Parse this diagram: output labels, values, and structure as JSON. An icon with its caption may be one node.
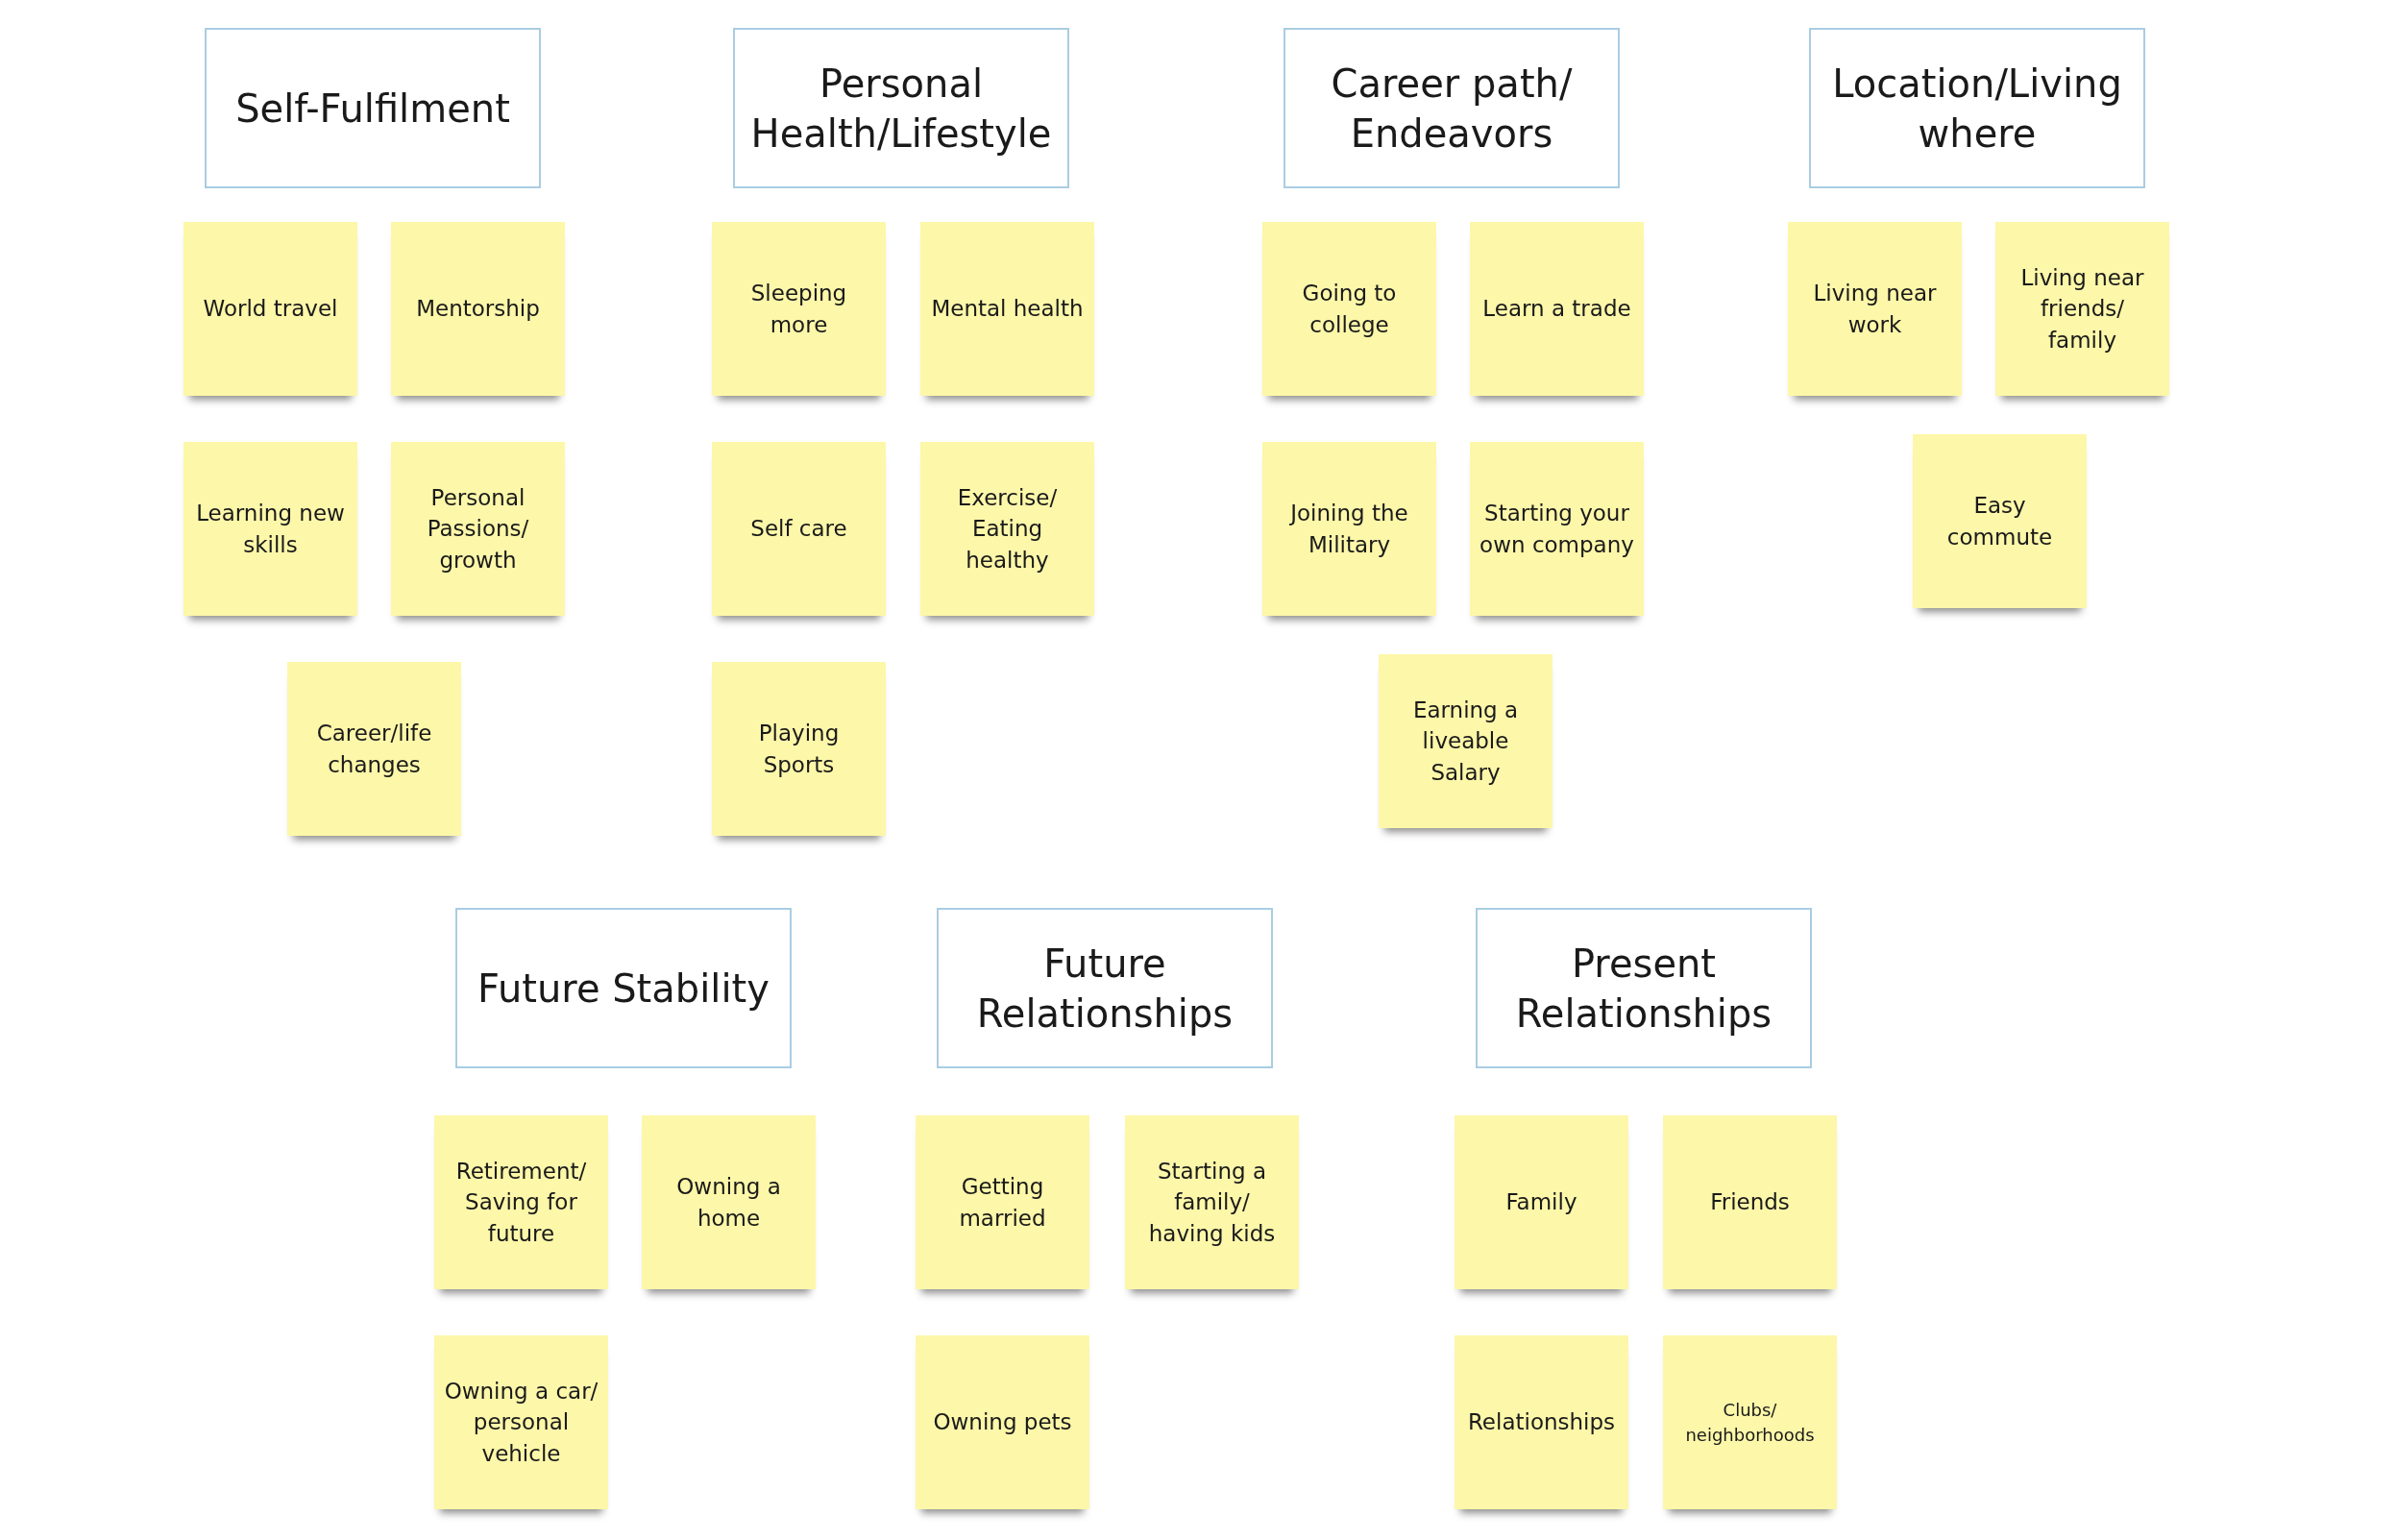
{
  "diagram": {
    "nodes": [
      {
        "text": [
          "Self-Fulfilment"
        ]
      },
      {
        "text": [
          "World travel"
        ]
      },
      {
        "text": [
          "Mentorship"
        ]
      },
      {
        "text": [
          "Learning new skills"
        ]
      },
      {
        "text": [
          "Personal Passions/ growth"
        ]
      },
      {
        "text": [
          "Career/life changes"
        ]
      },
      {
        "text": [
          "Personal Health/Lifestyle"
        ]
      },
      {
        "text": [
          "Sleeping more"
        ]
      },
      {
        "text": [
          "Mental health"
        ]
      },
      {
        "text": [
          "Self care"
        ]
      },
      {
        "text": [
          "Exercise/ Eating healthy"
        ]
      },
      {
        "text": [
          "Playing Sports"
        ]
      },
      {
        "text": [
          "Career path/ Endeavors"
        ]
      },
      {
        "text": [
          "Going to college"
        ]
      },
      {
        "text": [
          "Learn a trade"
        ]
      },
      {
        "text": [
          "Joining the Military"
        ]
      },
      {
        "text": [
          "Starting your own company"
        ]
      },
      {
        "text": [
          "Earning a liveable Salary"
        ]
      },
      {
        "text": [
          "Location/Living where"
        ]
      },
      {
        "text": [
          "Living near work"
        ]
      },
      {
        "text": [
          "Living near friends/ family"
        ]
      },
      {
        "text": [
          "Easy commute"
        ]
      },
      {
        "text": [
          "Future Stability"
        ]
      },
      {
        "text": [
          "Retirement/ Saving for future"
        ]
      },
      {
        "text": [
          "Owning a home"
        ]
      },
      {
        "text": [
          "Owning a car/ personal vehicle"
        ]
      },
      {
        "text": [
          "Future Relationships"
        ]
      },
      {
        "text": [
          "Getting married"
        ]
      },
      {
        "text": [
          "Starting a family/ having kids"
        ]
      },
      {
        "text": [
          "Owning pets"
        ]
      },
      {
        "text": [
          "Present Relationships"
        ]
      },
      {
        "text": [
          "Family"
        ]
      },
      {
        "text": [
          "Friends"
        ]
      },
      {
        "text": [
          "Relationships"
        ]
      },
      {
        "text": [
          "Clubs/ neighborhoods"
        ]
      }
    ]
  }
}
